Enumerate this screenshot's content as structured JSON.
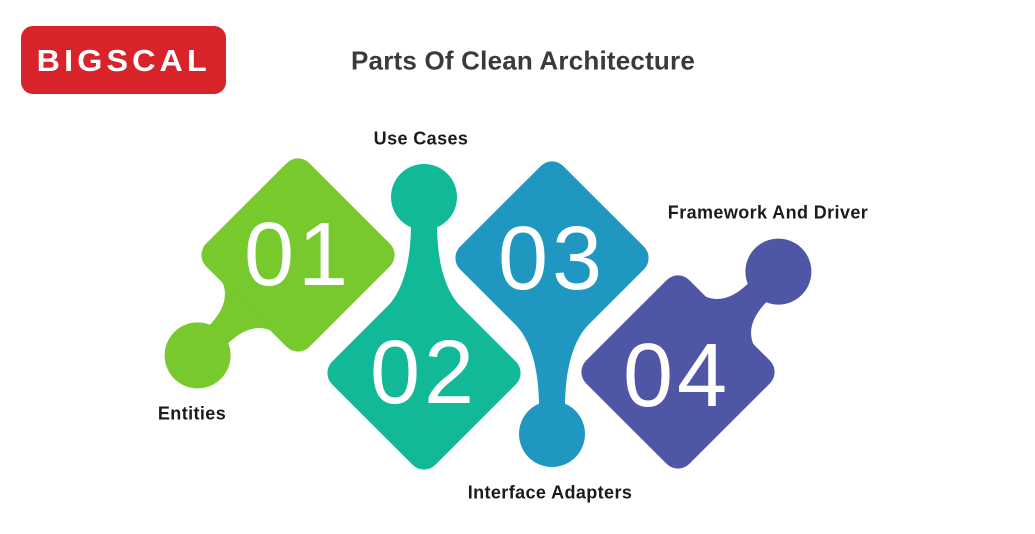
{
  "header": {
    "logo_text": "BIGSCAL",
    "title": "Parts Of Clean Architecture"
  },
  "pieces": [
    {
      "number": "01",
      "label": "Entities",
      "color": "#77C92E"
    },
    {
      "number": "02",
      "label": "Use Cases",
      "color": "#12B996"
    },
    {
      "number": "03",
      "label": "Interface Adapters",
      "color": "#2097C0"
    },
    {
      "number": "04",
      "label": "Framework And Driver",
      "color": "#4F56A5"
    }
  ],
  "colors": {
    "background": "#FFFFFF",
    "logo_background": "#D8232A",
    "logo_text": "#FFFFFF",
    "title_text": "#3A3A3A",
    "label_text": "#1B1B1B",
    "number_text": "#FFFFFF"
  }
}
